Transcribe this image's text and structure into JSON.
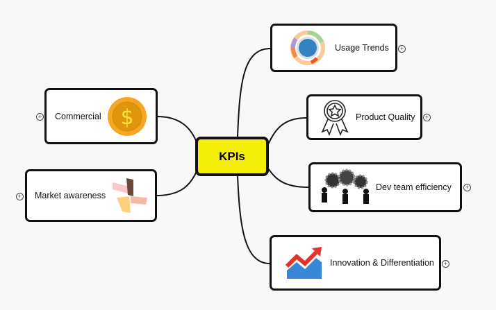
{
  "center": {
    "label": "KPIs",
    "color": "#f5ee0a"
  },
  "nodes": [
    {
      "label": "Usage Trends",
      "icon": "sunburst-chart-icon"
    },
    {
      "label": "Product Quality",
      "icon": "award-ribbon-icon"
    },
    {
      "label": "Dev team efficiency",
      "icon": "gears-team-icon"
    },
    {
      "label": "Innovation & Differentiation",
      "icon": "trend-arrow-chart-icon"
    },
    {
      "label": "Commercial",
      "icon": "dollar-coin-icon"
    },
    {
      "label": "Market awareness",
      "icon": "joined-hands-icon"
    }
  ],
  "expand_symbol": "+"
}
